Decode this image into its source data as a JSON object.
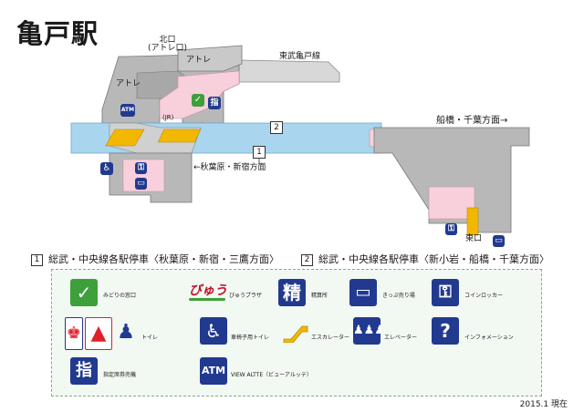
{
  "station_name": "亀戸駅",
  "map_labels": {
    "north_exit": "北口\n(アトレ口)",
    "atre_1": "アトレ",
    "atre_2": "アトレ",
    "tobu_line": "東武亀戸線",
    "jr": "(JR)",
    "direction_funabashi": "船橋・千葉方面→",
    "direction_akihabara": "←秋葉原・新宿方面",
    "east_exit": "東口",
    "platform_1": "1",
    "platform_2": "2"
  },
  "routes": [
    {
      "number": "1",
      "text": "総武・中央線各駅停車〈秋葉原・新宿・三鷹方面〉"
    },
    {
      "number": "2",
      "text": "総武・中央線各駅停車〈新小岩・船橋・千葉方面〉"
    }
  ],
  "legend": {
    "midori": "みどりの窓口",
    "viewplaza_logo": "びゅう",
    "viewplaza": "びゅうプラザ",
    "seisan_glyph": "精",
    "seisan": "精算所",
    "ticket": "きっぷ売り場",
    "locker": "コインロッカー",
    "toilet": "トイレ",
    "wheelchair_toilet": "車椅子用トイレ",
    "escalator": "エスカレーター",
    "elevator": "エレベーター",
    "info_glyph": "?",
    "info": "インフォメーション",
    "reserved_glyph": "指",
    "reserved": "指定席券売機",
    "atm_glyph": "ATM",
    "atm": "VIEW ALTTE（ビューアルッテ）"
  },
  "date_note": "2015.1 現在",
  "colors": {
    "track": "#a9d5ee",
    "building": "#b8b8b8",
    "concourse": "#f7d0dc",
    "icon_blue": "#213a8f",
    "icon_green": "#3da03a",
    "toilet_red": "#e0202a",
    "escalator": "#f2b700"
  }
}
